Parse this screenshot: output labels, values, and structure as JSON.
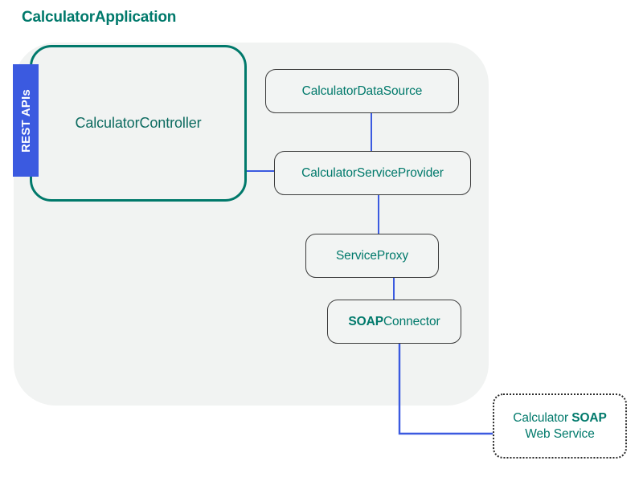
{
  "diagram": {
    "title": "CalculatorApplication",
    "colors": {
      "accent_teal": "#00796b",
      "connector_blue": "#3b5ae0",
      "container_gray": "#f1f3f2",
      "node_border": "#3c3c3c"
    }
  },
  "banner": {
    "label": "REST APIs"
  },
  "nodes": {
    "controller": {
      "label": "CalculatorController"
    },
    "datasource": {
      "label": "CalculatorDataSource"
    },
    "service_provider": {
      "label": "CalculatorServiceProvider"
    },
    "service_proxy": {
      "label": "ServiceProxy"
    },
    "soap_connector": {
      "bold_part": "SOAP",
      "rest_part": "Connector"
    },
    "web_service": {
      "line1_prefix": "Calculator ",
      "line1_bold": "SOAP",
      "line2": "Web Service"
    }
  },
  "connections": [
    {
      "from": "controller",
      "to": "service_provider"
    },
    {
      "from": "datasource",
      "to": "service_provider"
    },
    {
      "from": "service_provider",
      "to": "service_proxy"
    },
    {
      "from": "service_proxy",
      "to": "soap_connector"
    },
    {
      "from": "soap_connector",
      "to": "web_service"
    }
  ]
}
